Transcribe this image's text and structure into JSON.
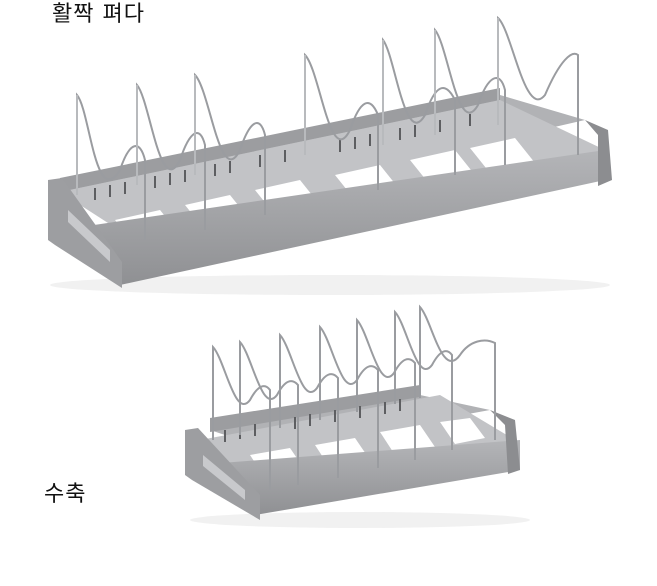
{
  "labels": {
    "expanded": "활짝 펴다",
    "retracted": "수축"
  },
  "colors": {
    "tray": "#a3a4a7",
    "tray_dark": "#8a8b8e",
    "tray_light": "#c4c5c8",
    "wire": "#9a9ca0",
    "wire_highlight": "#e6e7e9",
    "background": "#ffffff",
    "text": "#111111"
  },
  "products": [
    {
      "state": "expanded",
      "dividers": 8
    },
    {
      "state": "retracted",
      "dividers": 8
    }
  ]
}
